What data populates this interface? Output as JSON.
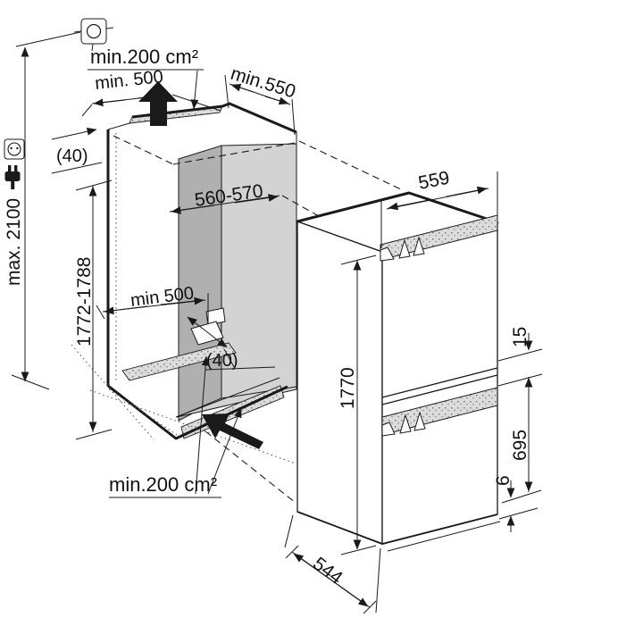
{
  "diagram": {
    "labels": {
      "top_vent_area": "min.200 cm²",
      "top_vent_width": "min. 500",
      "niche_depth": "min.550",
      "recess_offset_top": "(40)",
      "niche_width": "560-570",
      "appliance_width": "559",
      "socket_max_height": "max. 2100",
      "niche_height": "1772-1788",
      "floor_vent_width": "min 500",
      "recess_offset_bottom": "(40)",
      "appliance_height": "1770",
      "top_gap": "15",
      "lower_door_height": "695",
      "bottom_gap": "6",
      "bottom_vent_area": "min.200 cm²",
      "appliance_depth": "544"
    },
    "icons": {
      "junction_box": "junction-box-icon",
      "socket": "power-socket-icon",
      "plug": "power-plug-icon",
      "airflow_up": "airflow-up-arrow",
      "airflow_in": "airflow-in-arrow"
    },
    "colors": {
      "line": "#1a1a1a",
      "wall_dark": "#b0b0b0",
      "wall_light": "#d3d3d3",
      "stipple_bg": "#dcdcdc"
    }
  }
}
